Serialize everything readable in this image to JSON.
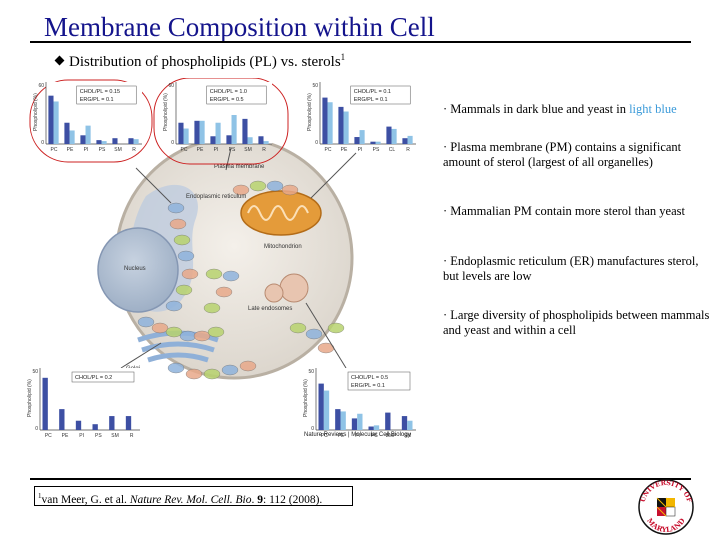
{
  "slide": {
    "title": "Membrane Composition within Cell",
    "bullet": "Distribution of phospholipids (PL) vs. sterols",
    "bullet_sup": "1"
  },
  "notes": [
    {
      "pre": "· Mammals in dark blue and yeast in ",
      "accent": "light blue",
      "post": ""
    },
    {
      "pre": "· Plasma membrane (PM) contains a significant amount of sterol (largest of all organelles)",
      "accent": "",
      "post": ""
    },
    {
      "pre": "· Mammalian PM contain more sterol than yeast",
      "accent": "",
      "post": ""
    },
    {
      "pre": "· Endoplasmic reticulum (ER) manufactures sterol, but levels are low",
      "accent": "",
      "post": ""
    },
    {
      "pre": "· Large diversity of phospholipids between mammals and yeast and within a cell",
      "accent": "",
      "post": ""
    }
  ],
  "reference": {
    "sup": "1",
    "authors": "van Meer, G. et al. ",
    "journal": "Nature Rev. Mol. Cell. Bio",
    "dot": ". ",
    "volume": "9",
    "rest": ": 112 (2008)."
  },
  "figure": {
    "credit": "Nature Reviews | Molecular Cell Biology",
    "cell_labels": {
      "er": "Endoplasmic reticulum",
      "nucleus": "Nucleus",
      "mito": "Mitochondrion",
      "pm": "Plasma membrane",
      "late_endo": "Late endosomes",
      "golgi": "Golgi"
    },
    "panels": [
      {
        "chol_label": "CHOL/PL = 0.15",
        "erg_label": "ERG/PL = 0.1",
        "ylabel": "Phospholipid (%)",
        "ymax_label": "60",
        "cats": [
          "PC",
          "PE",
          "PI",
          "PS",
          "SM",
          "R"
        ],
        "dark": [
          50,
          22,
          9,
          4,
          6,
          6
        ],
        "light": [
          44,
          14,
          19,
          3,
          0,
          5
        ]
      },
      {
        "chol_label": "CHOL/PL = 1.0",
        "erg_label": "ERG/PL = 0.5",
        "ylabel": "Phospholipid (%)",
        "ymax_label": "60",
        "cats": [
          "PC",
          "PE",
          "PI",
          "PS",
          "SM",
          "R"
        ],
        "dark": [
          22,
          24,
          8,
          9,
          26,
          8
        ],
        "light": [
          16,
          24,
          22,
          30,
          7,
          3
        ]
      },
      {
        "chol_label": "CHOL/PL = 0.1",
        "erg_label": "ERG/PL = 0.1",
        "ylabel": "Phospholipid (%)",
        "ymax_label": "50",
        "cats": [
          "PC",
          "PE",
          "PI",
          "PS",
          "CL",
          "R"
        ],
        "dark": [
          40,
          32,
          6,
          2,
          15,
          5
        ],
        "light": [
          36,
          28,
          12,
          2,
          13,
          7
        ]
      },
      {
        "chol_label": "CHOL/PL = 0.2",
        "erg_label": "",
        "ylabel": "Phospholipid (%)",
        "ymax_label": "50",
        "cats": [
          "PC",
          "PE",
          "PI",
          "PS",
          "SM",
          "R"
        ],
        "dark": [
          45,
          18,
          8,
          5,
          12,
          12
        ],
        "light": []
      },
      {
        "chol_label": "CHOL/PL = 0.5",
        "erg_label": "ERG/PL = 0.1",
        "ylabel": "Phospholipid (%)",
        "ymax_label": "50",
        "cats": [
          "PC",
          "PE",
          "PI",
          "PS",
          "BMP",
          "SM"
        ],
        "dark": [
          40,
          18,
          10,
          3,
          15,
          12
        ],
        "light": [
          34,
          16,
          14,
          4,
          0,
          8
        ]
      }
    ]
  },
  "colors": {
    "title": "#14148c",
    "dark_blue": "#3d4fa3",
    "light_blue": "#8fc3e6",
    "highlight": "#cc2222"
  },
  "logo": {
    "top": "UNIVERSITY OF",
    "bottom": "MARYLAND"
  }
}
